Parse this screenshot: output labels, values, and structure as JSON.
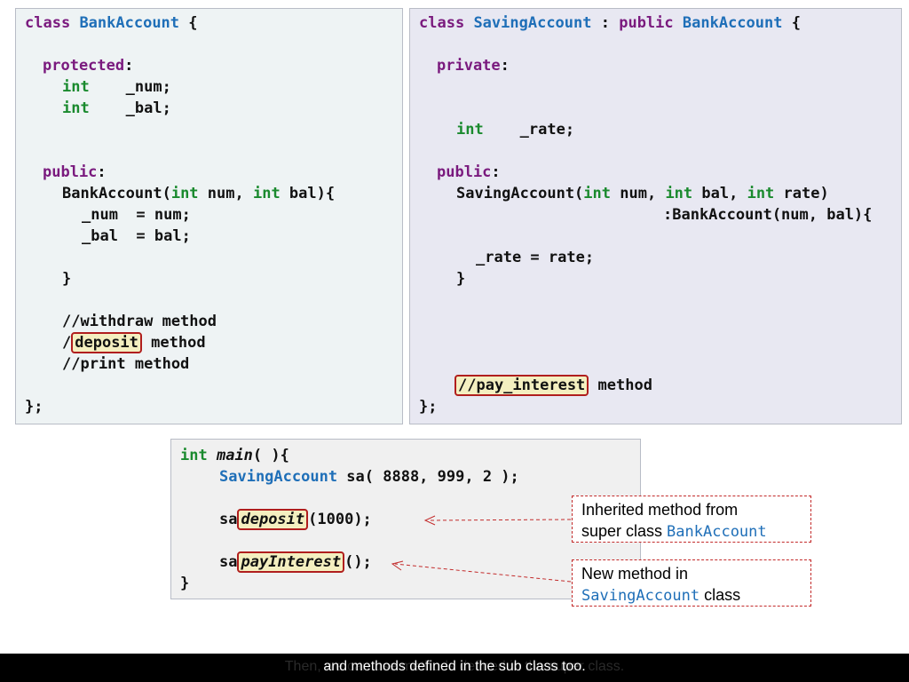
{
  "left": {
    "l1": {
      "kw": "class",
      "cls": "BankAccount",
      "rest": " {"
    },
    "l2": {
      "kw": "protected",
      "rest": ":"
    },
    "l3": {
      "ty": "int",
      "rest": "    _num;"
    },
    "l4": {
      "ty": "int",
      "rest": "    _bal;"
    },
    "l5": {
      "kw": "public",
      "rest": ":"
    },
    "l6": {
      "a": "BankAccount(",
      "ty1": "int",
      "b": " num, ",
      "ty2": "int",
      "c": " bal){"
    },
    "l7": "_num  = num;",
    "l8": "_bal  = bal;",
    "l9": "}",
    "l10": "//withdraw method",
    "l11": {
      "a": "/",
      "hl": "deposit",
      "b": " method"
    },
    "l12": "//print method",
    "l13": "};"
  },
  "right": {
    "l1": {
      "kw1": "class",
      "cls1": "SavingAccount",
      "mid": " : ",
      "kw2": "public",
      "cls2": "BankAccount",
      "rest": " {"
    },
    "l2": {
      "kw": "private",
      "rest": ":"
    },
    "l3": {
      "ty": "int",
      "rest": "    _rate;"
    },
    "l4": {
      "kw": "public",
      "rest": ":"
    },
    "l5": {
      "a": "SavingAccount(",
      "ty1": "int",
      "b": " num, ",
      "ty2": "int",
      "c": " bal, ",
      "ty3": "int",
      "d": " rate)"
    },
    "l6": ":BankAccount(num, bal){",
    "l7": "_rate = rate;",
    "l8": "}",
    "l9": {
      "hl": "//pay_interest",
      "b": " method"
    },
    "l10": "};"
  },
  "main": {
    "l1": {
      "ty": "int",
      "fn": "main",
      "rest": "( ){"
    },
    "l2": {
      "cls": "SavingAccount",
      "rest": " sa( 8888, 999, 2 );"
    },
    "l3": {
      "a": "sa",
      "hl": "deposit",
      "b": "(1000);"
    },
    "l4": {
      "a": "sa",
      "hl": "payInterest",
      "b": "();"
    },
    "l5": "}"
  },
  "notes": {
    "inherited": {
      "line1": "Inherited method from",
      "line2a": "super class ",
      "line2b": "BankAccount"
    },
    "new_method": {
      "line1": "New method in",
      "line2a": "SavingAccount",
      "line2b": " class"
    }
  },
  "caption": {
    "ghost": "Then, we can use methods defined in the super class.",
    "text": "and methods defined in the sub class too."
  },
  "colors": {
    "keyword": "#7a1a7e",
    "type": "#1a8a2e",
    "class": "#1f6fb8",
    "highlight_border": "#b01e1e",
    "highlight_fill": "#f4efc0"
  }
}
